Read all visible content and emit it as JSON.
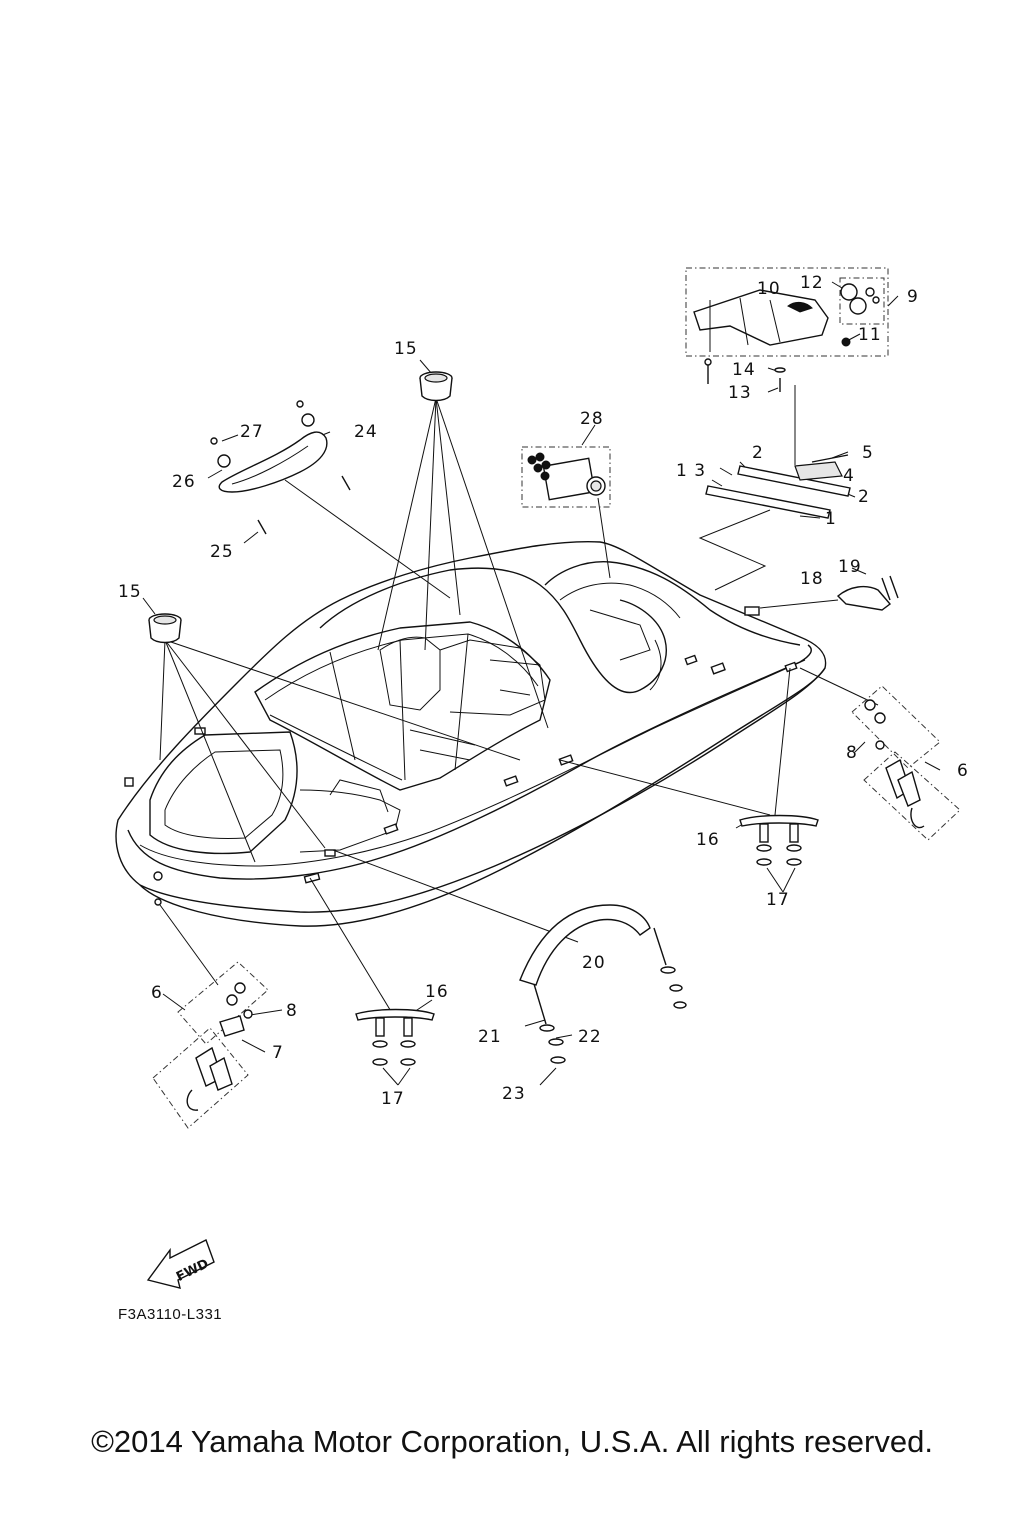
{
  "diagram": {
    "callouts": {
      "c1": "1",
      "c2a": "2",
      "c2b": "2",
      "c3": "1 3",
      "c4": "4",
      "c5": "5",
      "c6a": "6",
      "c6b": "6",
      "c7": "7",
      "c8a": "8",
      "c8b": "8",
      "c9": "9",
      "c10": "10",
      "c11": "11",
      "c12": "12",
      "c13": "13",
      "c14": "14",
      "c15a": "15",
      "c15b": "15",
      "c16a": "16",
      "c16b": "16",
      "c17a": "17",
      "c17b": "17",
      "c18": "18",
      "c19": "19",
      "c20": "20",
      "c21": "21",
      "c22": "22",
      "c23": "23",
      "c24": "24",
      "c25": "25",
      "c26": "26",
      "c27": "27",
      "c28": "28"
    },
    "fwd_label": "FWD",
    "drawing_code": "F3A3110-L331"
  },
  "footer": {
    "copyright": "©2014 Yamaha Motor Corporation, U.S.A. All rights reserved."
  }
}
